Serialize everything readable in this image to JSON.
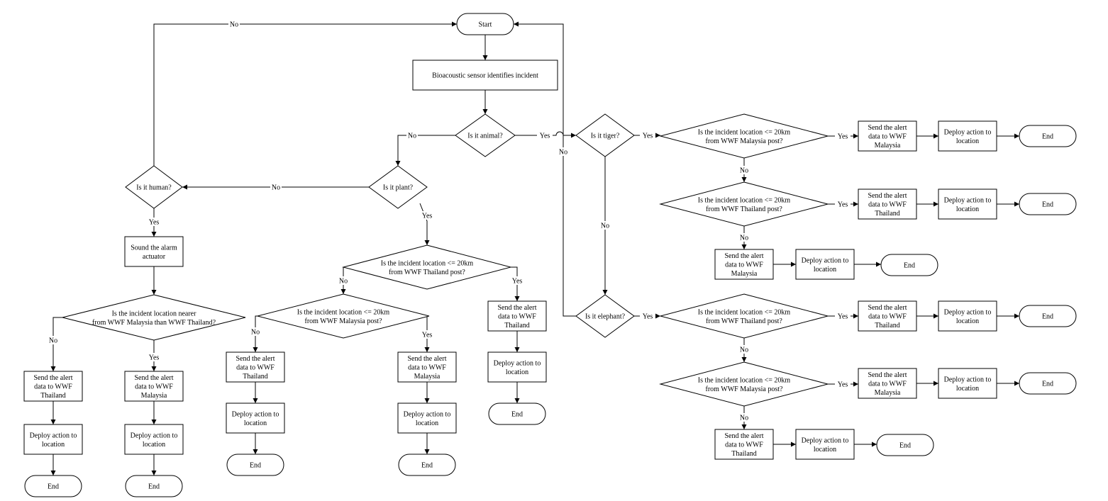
{
  "labels": {
    "yes": "Yes",
    "no": "No"
  },
  "nodes": {
    "start": {
      "lines": [
        "Start"
      ]
    },
    "sensor": {
      "lines": [
        "Bioacoustic sensor identifies incident"
      ]
    },
    "animal": {
      "lines": [
        "Is it animal?"
      ]
    },
    "plant": {
      "lines": [
        "Is it plant?"
      ]
    },
    "human": {
      "lines": [
        "Is it human?"
      ]
    },
    "alarm": {
      "lines": [
        "Sound the alarm",
        "actuator"
      ]
    },
    "nearer": {
      "lines": [
        "Is the incident location nearer",
        "from WWF Malaysia than WWF Thailand?"
      ]
    },
    "h_send_th": {
      "lines": [
        "Send the alert",
        "data to WWF",
        "Thailand"
      ]
    },
    "h_deploy_th": {
      "lines": [
        "Deploy action to",
        "location"
      ]
    },
    "h_end_th": {
      "lines": [
        "End"
      ]
    },
    "h_send_my": {
      "lines": [
        "Send the alert",
        "data to WWF",
        "Malaysia"
      ]
    },
    "h_deploy_my": {
      "lines": [
        "Deploy action to",
        "location"
      ]
    },
    "h_end_my": {
      "lines": [
        "End"
      ]
    },
    "p_th20": {
      "lines": [
        "Is the incident location <= 20km",
        "from WWF Thailand post?"
      ]
    },
    "p_my20": {
      "lines": [
        "Is the incident location <= 20km",
        "from WWF Malaysia post?"
      ]
    },
    "p_send1": {
      "lines": [
        "Send the alert",
        "data to WWF",
        "Thailand"
      ]
    },
    "p_deploy1": {
      "lines": [
        "Deploy action to",
        "location"
      ]
    },
    "p_end1": {
      "lines": [
        "End"
      ]
    },
    "p_send2": {
      "lines": [
        "Send the alert",
        "data to WWF",
        "Malaysia"
      ]
    },
    "p_deploy2": {
      "lines": [
        "Deploy action to",
        "location"
      ]
    },
    "p_end2": {
      "lines": [
        "End"
      ]
    },
    "p_send3": {
      "lines": [
        "Send the alert",
        "data to WWF",
        "Thailand"
      ]
    },
    "p_deploy3": {
      "lines": [
        "Deploy action to",
        "location"
      ]
    },
    "p_end3": {
      "lines": [
        "End"
      ]
    },
    "tiger": {
      "lines": [
        "Is it tiger?"
      ]
    },
    "t_my20": {
      "lines": [
        "Is the incident location <= 20km",
        "from WWF Malaysia post?"
      ]
    },
    "t_send1": {
      "lines": [
        "Send the alert",
        "data to WWF",
        "Malaysia"
      ]
    },
    "t_deploy1": {
      "lines": [
        "Deploy action to",
        "location"
      ]
    },
    "t_end1": {
      "lines": [
        "End"
      ]
    },
    "t_th20": {
      "lines": [
        "Is the incident location <= 20km",
        "from WWF Thailand post?"
      ]
    },
    "t_send2": {
      "lines": [
        "Send the alert",
        "data to WWF",
        "Thailand"
      ]
    },
    "t_deploy2": {
      "lines": [
        "Deploy action to",
        "location"
      ]
    },
    "t_end2": {
      "lines": [
        "End"
      ]
    },
    "t_send3": {
      "lines": [
        "Send the alert",
        "data to WWF",
        "Malaysia"
      ]
    },
    "t_deploy3": {
      "lines": [
        "Deploy action to",
        "location"
      ]
    },
    "t_end3": {
      "lines": [
        "End"
      ]
    },
    "elephant": {
      "lines": [
        "Is it elephant?"
      ]
    },
    "e_th20": {
      "lines": [
        "Is the incident location <= 20km",
        "from WWF Thailand post?"
      ]
    },
    "e_send1": {
      "lines": [
        "Send the alert",
        "data to WWF",
        "Thailand"
      ]
    },
    "e_deploy1": {
      "lines": [
        "Deploy action to",
        "location"
      ]
    },
    "e_end1": {
      "lines": [
        "End"
      ]
    },
    "e_my20": {
      "lines": [
        "Is the incident location <= 20km",
        "from WWF Malaysia post?"
      ]
    },
    "e_send2": {
      "lines": [
        "Send the alert",
        "data to WWF",
        "Malaysia"
      ]
    },
    "e_deploy2": {
      "lines": [
        "Deploy action to",
        "location"
      ]
    },
    "e_end2": {
      "lines": [
        "End"
      ]
    },
    "e_send3": {
      "lines": [
        "Send the alert",
        "data to WWF",
        "Thailand"
      ]
    },
    "e_deploy3": {
      "lines": [
        "Deploy action to",
        "location"
      ]
    },
    "e_end3": {
      "lines": [
        "End"
      ]
    }
  }
}
